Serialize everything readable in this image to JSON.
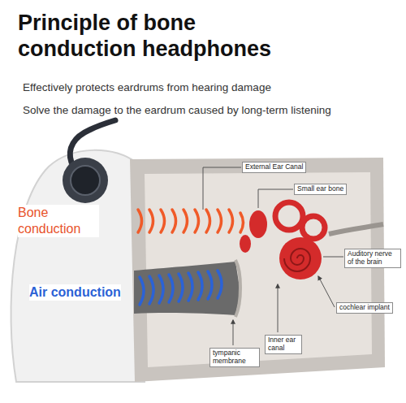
{
  "diagram": {
    "title": "Principle of bone conduction headphones",
    "labels": [
      "Effectively protects eardrums from hearing damage",
      "Solve the damage to the eardrum caused by long-term listening",
      "Bone conduction",
      "External Ear Canal",
      "Small ear bone",
      "Auditory nerve of the brain",
      "Air conduction",
      "cochlear implant",
      "Inner ear canal",
      "tympanic membrane"
    ]
  }
}
